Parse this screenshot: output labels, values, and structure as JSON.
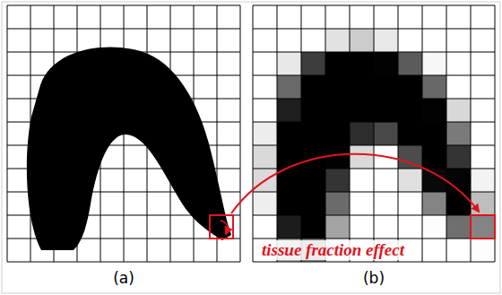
{
  "diagram": {
    "labels": [
      "tissue fraction effect",
      "(a)",
      "(b)"
    ]
  }
}
